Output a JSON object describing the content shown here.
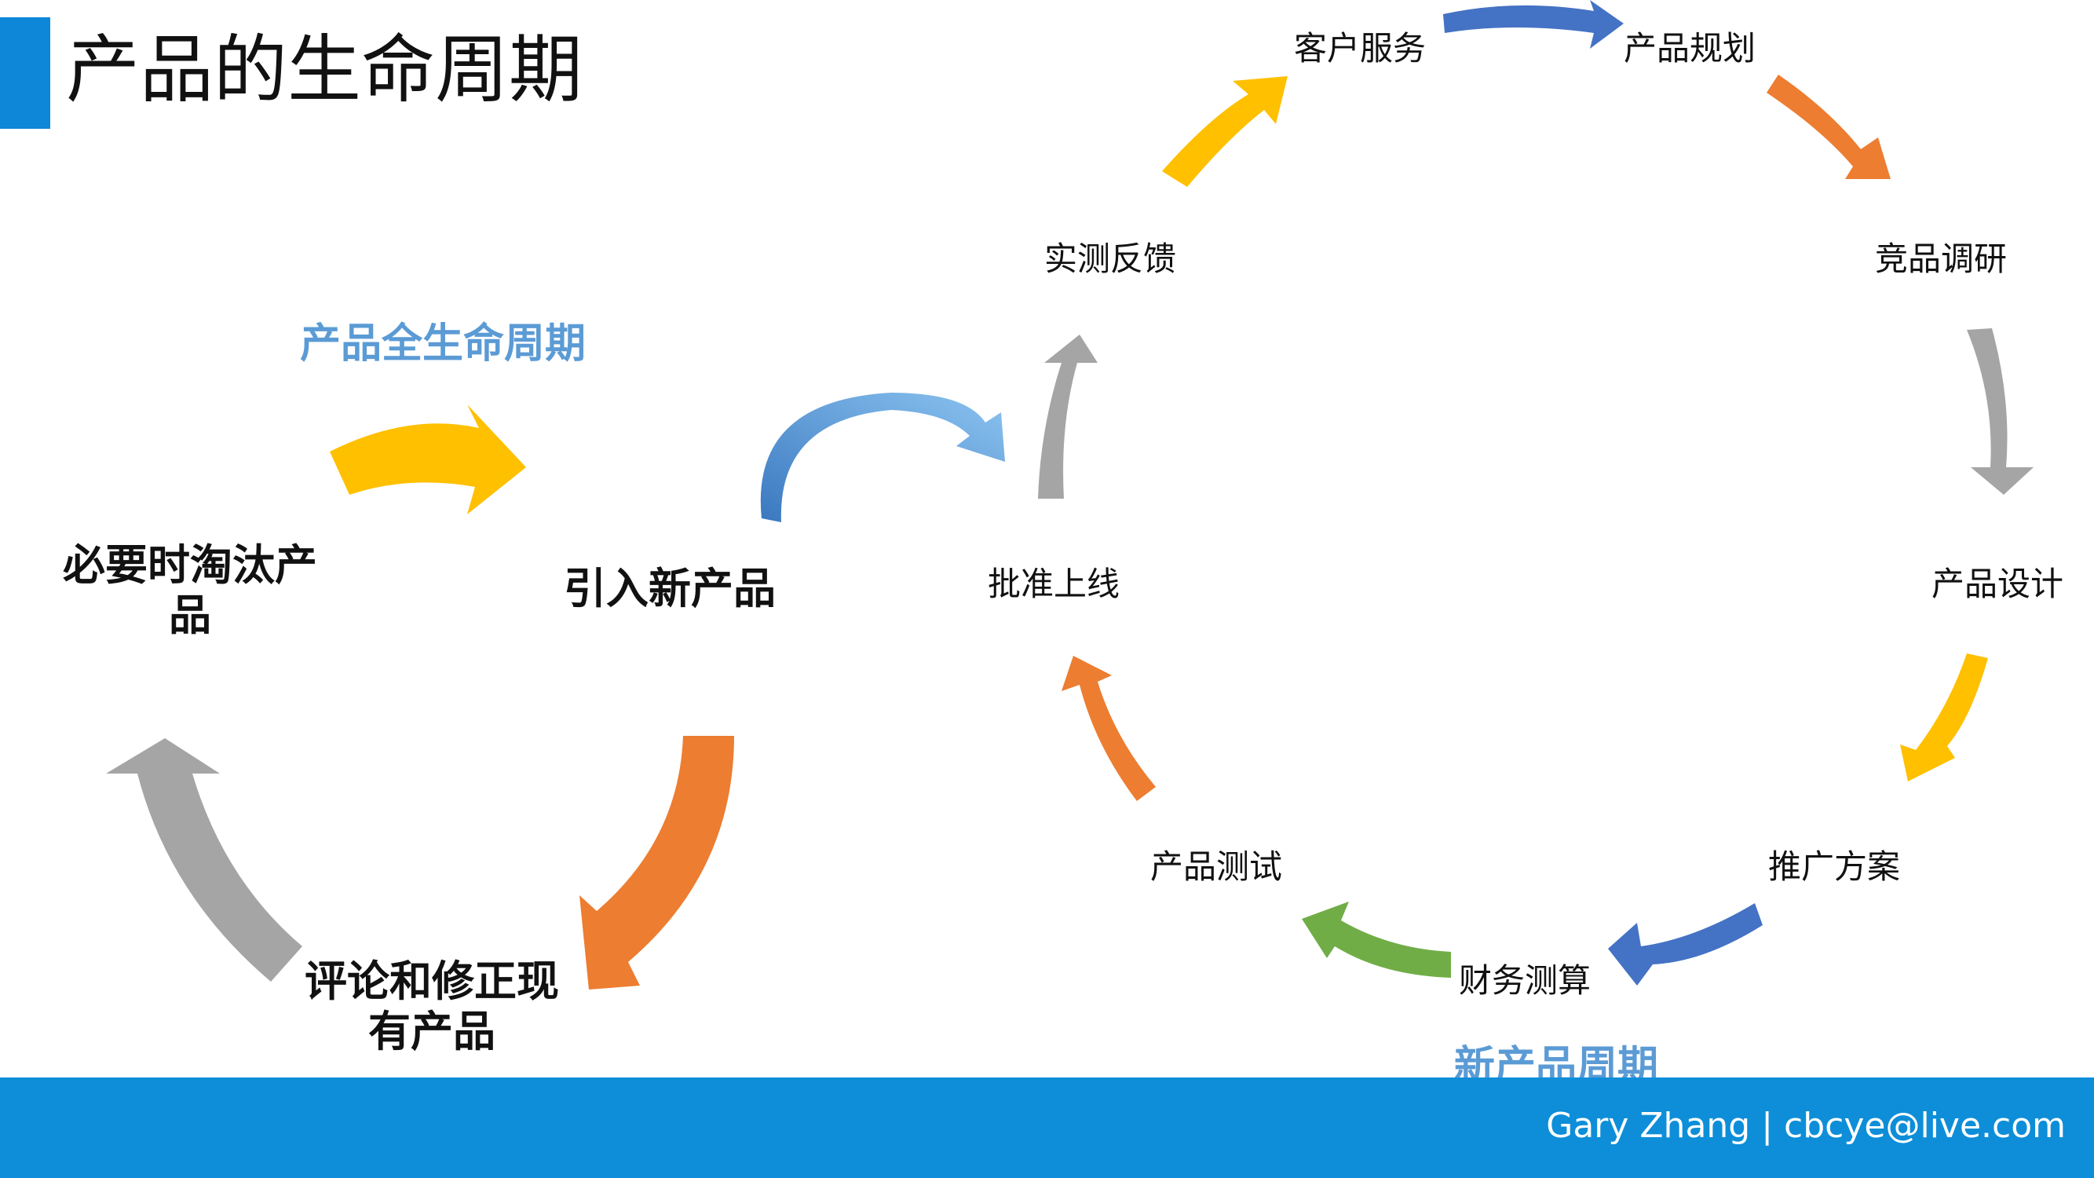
{
  "title": "产品的生命周期",
  "left_cycle": {
    "heading": "产品全生命周期",
    "nodes": {
      "introduce": "引入新产品",
      "review_line1": "评论和修正现",
      "review_line2": "有产品",
      "retire_line1": "必要时淘汰产",
      "retire_line2": "品"
    }
  },
  "right_cycle": {
    "heading": "新产品周期",
    "nodes": {
      "customer_service": "客户服务",
      "product_planning": "产品规划",
      "competitor_research": "竞品调研",
      "product_design": "产品设计",
      "promotion_plan": "推广方案",
      "financial_estimate": "财务测算",
      "product_testing": "产品测试",
      "approve_launch": "批准上线",
      "feedback": "实测反馈"
    }
  },
  "colors": {
    "yellow": "#ffc000",
    "orange": "#ed7d31",
    "gray": "#a5a5a5",
    "blue": "#4472c4",
    "light_blue": "#5b9bd5",
    "green": "#70ad47",
    "footer": "#0e8ed8"
  },
  "footer": {
    "author": "Gary Zhang",
    "separator": "|",
    "email": "cbcye@live.com"
  }
}
